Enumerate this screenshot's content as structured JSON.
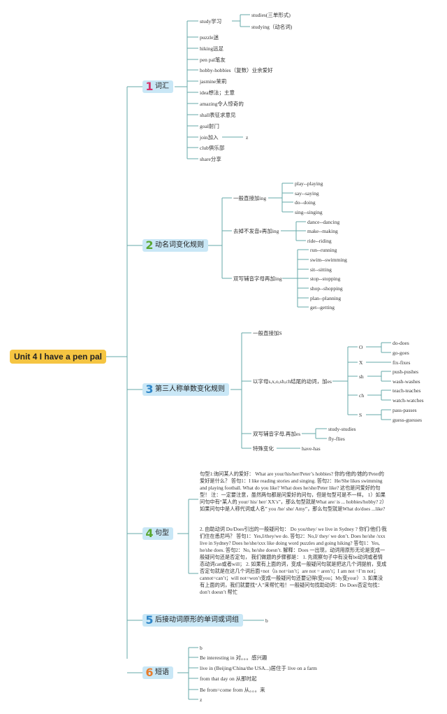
{
  "root": {
    "label": "Unit 4 I have a pen pal"
  },
  "colors": {
    "c1": "#d6336c",
    "c2": "#5aa832",
    "c3": "#2f86c8",
    "c4": "#5aa832",
    "c5": "#2f86c8",
    "c6": "#e87c2b",
    "line": "#66a8a8"
  },
  "cat1": {
    "num": "1",
    "label": "词汇",
    "items": [
      "study学习",
      "puzzle迷",
      "hiking远足",
      "pen pal笔友",
      "hobby-hobbies（复数）业余爱好",
      "jasmine茉莉",
      "idea想法；主意",
      "amazing令人惊奇的",
      "shall表征求意见",
      "goal射门",
      "join加入",
      "club俱乐部",
      "share分享"
    ],
    "study_sub": [
      "studies(三单形式)",
      "studying（动名词)"
    ],
    "join_sub": "z"
  },
  "cat2": {
    "num": "2",
    "label": "动名词变化规则",
    "g1": {
      "label": "一般直接加ing",
      "items": [
        "play--playing",
        "say--saying",
        "do--doing",
        "sing--singing"
      ]
    },
    "g2": {
      "label": "去掉不发音e再加ing",
      "items": [
        "dance--dancing",
        "make--making",
        "ride--riding"
      ]
    },
    "g3": {
      "label": "双写辅音字母再加ing",
      "items": [
        "run--running",
        "swim--swimming",
        "sit--sitting",
        "stop--stopping",
        "shop--shopping",
        "plan--planning",
        "get--getting"
      ]
    }
  },
  "cat3": {
    "num": "3",
    "label": "第三人称单数变化规则",
    "g1": {
      "label": "一般直接加S"
    },
    "g2": {
      "label": "以字母s,x,o,sh,ch结尾的动词，加es",
      "o": {
        "letter": "O",
        "items": [
          "do-does",
          "go-goes"
        ]
      },
      "x": {
        "letter": "X",
        "items": [
          "fix-fixes"
        ]
      },
      "sh": {
        "letter": "sh",
        "items": [
          "push-pushes",
          "wash-washes"
        ]
      },
      "ch": {
        "letter": "ch",
        "items": [
          "teach-teaches",
          "watch-watches"
        ]
      },
      "s": {
        "letter": "S",
        "items": [
          "pass-passes",
          "guess-guesses"
        ]
      }
    },
    "g3": {
      "label": "双写辅音字母,再加es",
      "items": [
        "study-studies",
        "fly-flies"
      ]
    },
    "g4": {
      "label": "特殊变化",
      "items": [
        "have-has"
      ]
    }
  },
  "cat4": {
    "num": "4",
    "label": "句型",
    "p1": "句型1:询问某人的爱好： What are your/his/her/Peter’s hobbies? 你的/他的/她的/Peter的爱好是什么？ 答句1：I like reading stories and singing. 答句2：He/She likes swimming and playing football. What do you like? What does he/she/Peter like? 这也是问爱好的句型！ 注：一定要注意，虽然两句都是问爱好的问句，但是句型可是不一样。 1）如果问句中有“某人的 your/ his/ her/ XX’s”，那么句型就是What are/ is ... hobbies/hobby? 2）如果问句中是人称代词或人名” you /he/ she/ Amy”，那么句型就是What do/does ...like?",
    "p2": "2. 由助动词 Do/Does引出的一般疑问句： Do you/they/ we live in Sydney ? 你们/他们/我们住在悉尼吗？ 答句1：Yes,I/they/we do. 答句2：No,I/ they/ we don’t. Does he/she /xxx live in Sydney? Does he/she/xxx like doing word puzzles and going hiking? 答句1：Yes, he/she does. 答句2：No, he/she doesn’t. 解释：Does 一出现，动词用原形无论是变成一般疑问句还是否定句， 我们做题的步骤都是： 1. 先观察句子中有没有be动词或者情态动词can或者will； 2. 如果有上面的词，变成一般疑问句就是把这几个词提前，变成否定句就是在这几个词后面+not（is not=isn’t；are not = aren’t；I am not =I’m not；cannot=can’t；will not=won’t变成一般疑问句还要记得I变you；My变your） 3. 如果没有上面的词，我们就要找“人”来帮忙啦！一般疑问句找助动词：Do Does否定句找：don’t doesn’t 帮忙"
  },
  "cat5": {
    "num": "5",
    "label": "后接动词原形的单词或词组",
    "items": [
      "b"
    ]
  },
  "cat6": {
    "num": "6",
    "label": "短语",
    "items": [
      "b",
      "Be interesting in 对。。。感兴趣",
      "live in (Beijing/China/the USA...)居住于 live on a farm",
      "from that day on 从那时起",
      "Be from=come from 从。。。来",
      "z"
    ]
  }
}
